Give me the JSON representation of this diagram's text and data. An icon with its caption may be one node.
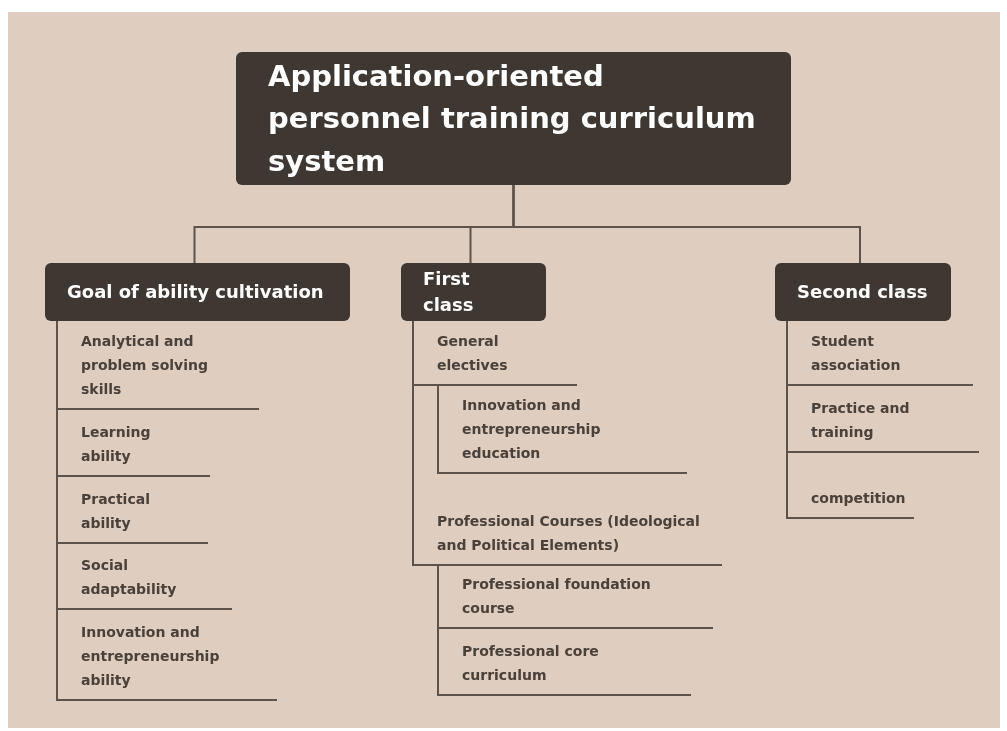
{
  "diagram": {
    "nodes": [
      {
        "text": [
          "Application-oriented personnel training curriculum system"
        ]
      },
      {
        "text": [
          "Goal of ability cultivation"
        ]
      },
      {
        "text": [
          "First class"
        ]
      },
      {
        "text": [
          "Second class"
        ]
      },
      {
        "text": [
          "Analytical and problem solving skills"
        ]
      },
      {
        "text": [
          "Learning ability"
        ]
      },
      {
        "text": [
          "Practical ability"
        ]
      },
      {
        "text": [
          "Social adaptability"
        ]
      },
      {
        "text": [
          "Innovation and entrepreneurship ability"
        ]
      },
      {
        "text": [
          "General electives"
        ]
      },
      {
        "text": [
          "Innovation and entrepreneurship education"
        ]
      },
      {
        "text": [
          "Professional Courses (Ideological and Political Elements)"
        ]
      },
      {
        "text": [
          "Professional foundation course"
        ]
      },
      {
        "text": [
          "Professional core curriculum"
        ]
      },
      {
        "text": [
          "Student association"
        ]
      },
      {
        "text": [
          "Practice and training"
        ]
      },
      {
        "text": [
          "competition"
        ]
      }
    ],
    "edges": [
      {
        "from": 0,
        "to": 1,
        "arrow": "none"
      },
      {
        "from": 0,
        "to": 2,
        "arrow": "none"
      },
      {
        "from": 0,
        "to": 3,
        "arrow": "none"
      },
      {
        "from": 1,
        "to": 4,
        "arrow": "none"
      },
      {
        "from": 1,
        "to": 5,
        "arrow": "none"
      },
      {
        "from": 1,
        "to": 6,
        "arrow": "none"
      },
      {
        "from": 1,
        "to": 7,
        "arrow": "none"
      },
      {
        "from": 1,
        "to": 8,
        "arrow": "none"
      },
      {
        "from": 2,
        "to": 9,
        "arrow": "none"
      },
      {
        "from": 9,
        "to": 10,
        "arrow": "none"
      },
      {
        "from": 2,
        "to": 11,
        "arrow": "none"
      },
      {
        "from": 11,
        "to": 12,
        "arrow": "none"
      },
      {
        "from": 11,
        "to": 13,
        "arrow": "none"
      },
      {
        "from": 3,
        "to": 14,
        "arrow": "none"
      },
      {
        "from": 3,
        "to": 15,
        "arrow": "none"
      },
      {
        "from": 3,
        "to": 16,
        "arrow": "none"
      }
    ]
  }
}
